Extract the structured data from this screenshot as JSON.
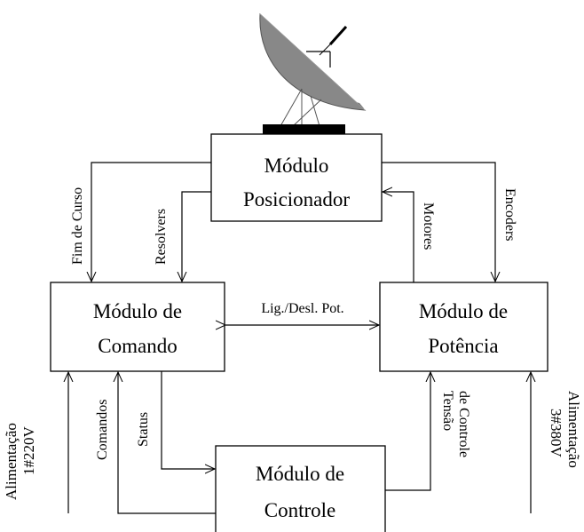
{
  "modules": {
    "posicionador": {
      "line1": "Módulo",
      "line2": "Posicionador"
    },
    "comando": {
      "line1": "Módulo de",
      "line2": "Comando"
    },
    "potencia": {
      "line1": "Módulo de",
      "line2": "Potência"
    },
    "controle": {
      "line1": "Módulo de",
      "line2": "Controle"
    }
  },
  "signals": {
    "fim_de_curso": "Fim de Curso",
    "resolvers": "Resolvers",
    "motores": "Motores",
    "encoders": "Encoders",
    "lig_desl": "Lig./Desl. Pot.",
    "status": "Status",
    "comandos": "Comandos",
    "tensao_line1": "Tensão",
    "tensao_line2": "de Controle"
  },
  "power_inputs": {
    "left_line1": "Alimentação",
    "left_line2": "1#220V",
    "right_line1": "Alimentação",
    "right_line2": "3#380V"
  },
  "icons": {
    "antenna": "satellite-dish-icon"
  }
}
